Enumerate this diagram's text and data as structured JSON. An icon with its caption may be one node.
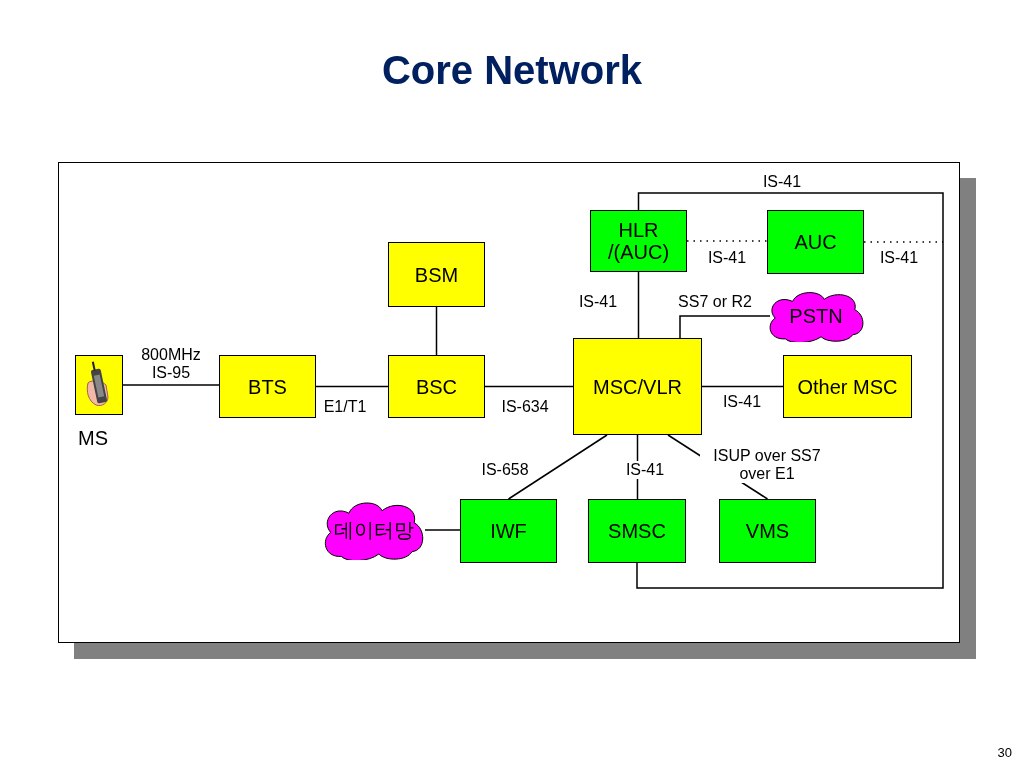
{
  "diagram": {
    "title": "Core Network",
    "nodes": [
      {
        "text": [
          "MS"
        ]
      },
      {
        "text": [
          "BTS"
        ]
      },
      {
        "text": [
          "BSC"
        ]
      },
      {
        "text": [
          "BSM"
        ]
      },
      {
        "text": [
          "MSC/VLR"
        ]
      },
      {
        "text": [
          "HLR /(AUC)"
        ]
      },
      {
        "text": [
          "AUC"
        ]
      },
      {
        "text": [
          "PSTN"
        ]
      },
      {
        "text": [
          "Other MSC"
        ]
      },
      {
        "text": [
          "데이터망"
        ]
      },
      {
        "text": [
          "IWF"
        ]
      },
      {
        "text": [
          "SMSC"
        ]
      },
      {
        "text": [
          "VMS"
        ]
      }
    ],
    "edges": [
      {
        "from": 0,
        "to": 1,
        "arrow": "none",
        "label": "800MHz IS-95"
      },
      {
        "from": 1,
        "to": 2,
        "arrow": "none",
        "label": "E1/T1"
      },
      {
        "from": 2,
        "to": 3,
        "arrow": "none"
      },
      {
        "from": 2,
        "to": 4,
        "arrow": "none",
        "label": "IS-634"
      },
      {
        "from": 4,
        "to": 5,
        "arrow": "none",
        "label": "IS-41"
      },
      {
        "from": 4,
        "to": 7,
        "arrow": "none",
        "label": "SS7 or R2"
      },
      {
        "from": 4,
        "to": 8,
        "arrow": "none",
        "label": "IS-41"
      },
      {
        "from": 5,
        "to": 6,
        "arrow": "none",
        "label": "IS-41",
        "style": "dashed"
      },
      {
        "from": 6,
        "to": null,
        "arrow": "none",
        "label": "IS-41",
        "style": "dashed"
      },
      {
        "from": 5,
        "to": 11,
        "arrow": "none",
        "label": "IS-41"
      },
      {
        "from": 4,
        "to": 10,
        "arrow": "none",
        "label": "IS-658"
      },
      {
        "from": 4,
        "to": 11,
        "arrow": "none",
        "label": "IS-41"
      },
      {
        "from": 4,
        "to": 12,
        "arrow": "none",
        "label": "ISUP over SS7 over E1"
      },
      {
        "from": 9,
        "to": 10,
        "arrow": "none"
      }
    ],
    "labels": [
      "30"
    ]
  }
}
